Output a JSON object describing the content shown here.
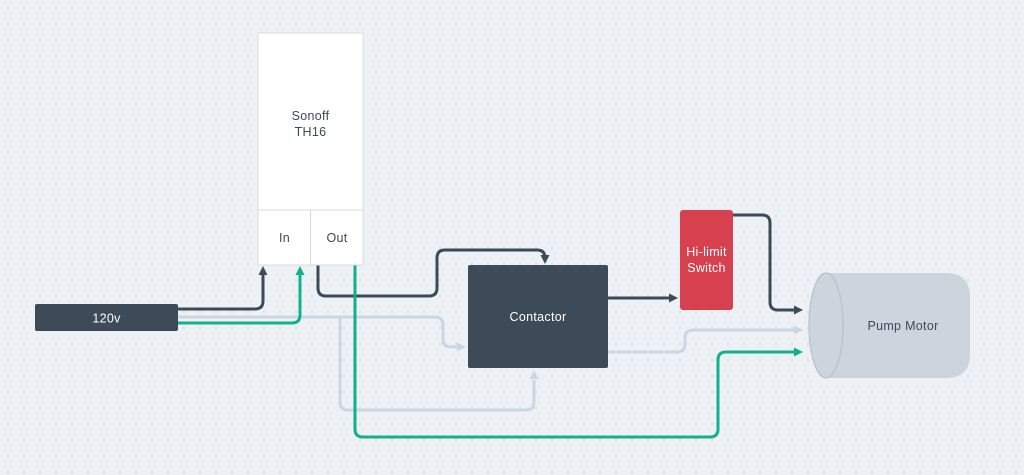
{
  "colors": {
    "background": "#edf1f5",
    "grid_dot": "#d6dce3",
    "wire_dark": "#3d4a58",
    "wire_neutral": "#cdd6e0",
    "wire_ground": "#12b189",
    "node_dark_fill": "#3d4a58",
    "node_red_fill": "#d6404f",
    "sonoff_fill": "#ffffff",
    "sonoff_border": "#d8dbde",
    "pump_fill": "#ccd4dd",
    "pump_edge": "#b7c1cb",
    "text_light": "#ffffff",
    "text_dark": "#3d4a58"
  },
  "nodes": {
    "sonoff": {
      "line1": "Sonoff",
      "line2": "TH16",
      "port_in": "In",
      "port_out": "Out"
    },
    "power": {
      "label": "120v"
    },
    "contactor": {
      "label": "Contactor"
    },
    "hi_limit": {
      "line1": "Hi-limit",
      "line2": "Switch"
    },
    "pump_motor": {
      "label": "Pump Motor"
    }
  }
}
